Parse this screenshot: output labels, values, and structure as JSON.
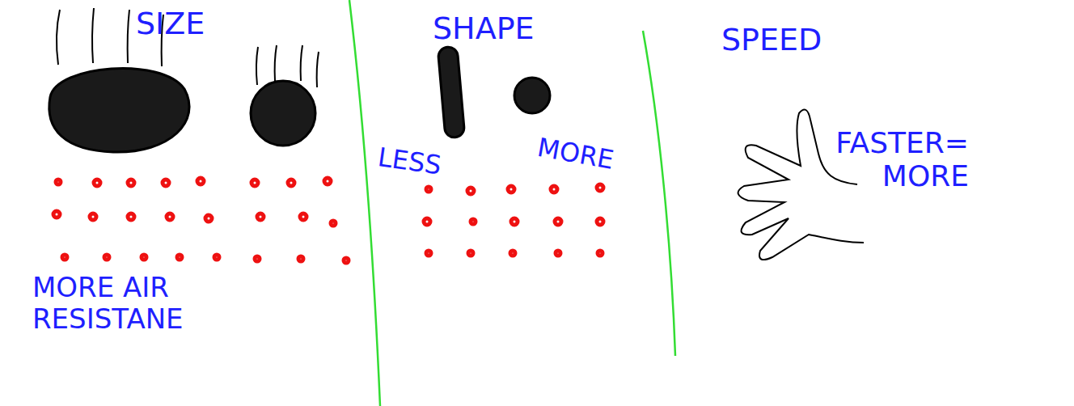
{
  "diagram": {
    "labels": [
      "SIZE",
      "MORE AIR RESISTANE",
      "SHAPE",
      "LESS",
      "MORE",
      "SPEED",
      "FASTER= MORE"
    ]
  }
}
